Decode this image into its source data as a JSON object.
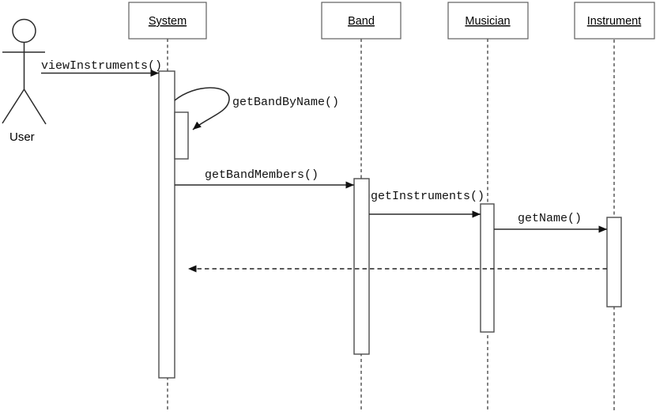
{
  "diagram": {
    "kind": "uml-sequence-diagram",
    "background": "#ffffff",
    "colors": {
      "line": "#2b2b2b",
      "box_border": "#5f5f5f",
      "lifeline_dash": "#4d4d4d",
      "text": "#000000"
    },
    "actor": {
      "label": "User"
    },
    "lifelines": [
      {
        "label": "System"
      },
      {
        "label": "Band"
      },
      {
        "label": "Musician"
      },
      {
        "label": "Instrument"
      }
    ],
    "messages": [
      {
        "label": "viewInstruments()",
        "from": "User",
        "to": "System",
        "kind": "sync"
      },
      {
        "label": "getBandByName()",
        "from": "System",
        "to": "System",
        "kind": "self-call"
      },
      {
        "label": "getBandMembers()",
        "from": "System",
        "to": "Band",
        "kind": "sync"
      },
      {
        "label": "getInstruments()",
        "from": "Band",
        "to": "Musician",
        "kind": "sync"
      },
      {
        "label": "getName()",
        "from": "Musician",
        "to": "Instrument",
        "kind": "sync"
      },
      {
        "label": "",
        "from": "Instrument",
        "to": "System",
        "kind": "return"
      }
    ]
  }
}
